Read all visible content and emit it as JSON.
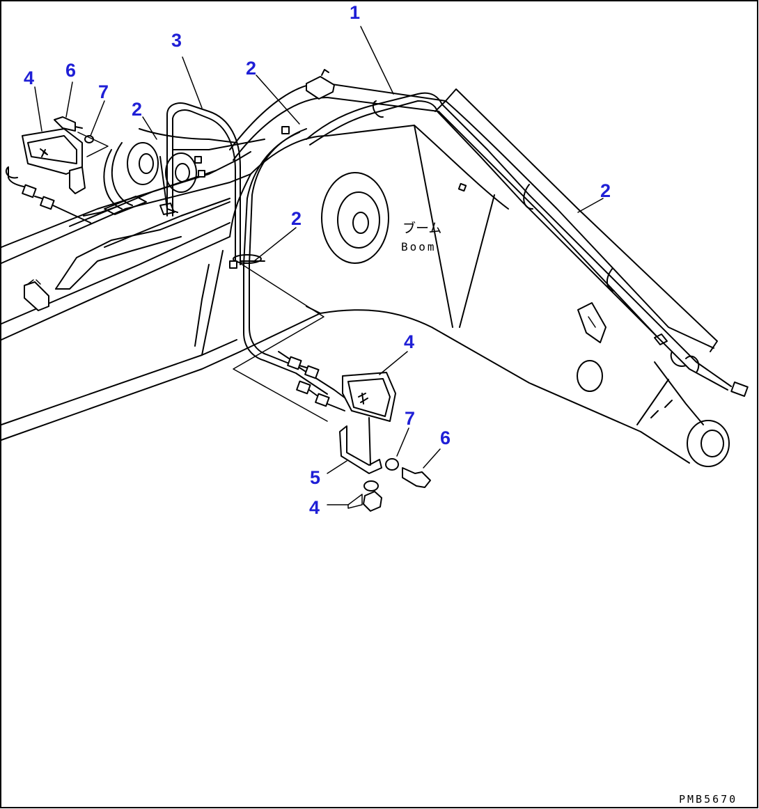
{
  "drawing": {
    "boom_label_jp": "ブーム",
    "boom_label_en": "Boom",
    "drawing_code": "PMB5670"
  },
  "callouts": [
    {
      "id": "c1",
      "label": "1"
    },
    {
      "id": "c2a",
      "label": "2"
    },
    {
      "id": "c2b",
      "label": "2"
    },
    {
      "id": "c2c",
      "label": "2"
    },
    {
      "id": "c2d",
      "label": "2"
    },
    {
      "id": "c3",
      "label": "3"
    },
    {
      "id": "c4a",
      "label": "4"
    },
    {
      "id": "c4b",
      "label": "4"
    },
    {
      "id": "c4c",
      "label": "4"
    },
    {
      "id": "c5",
      "label": "5"
    },
    {
      "id": "c6a",
      "label": "6"
    },
    {
      "id": "c6b",
      "label": "6"
    },
    {
      "id": "c7a",
      "label": "7"
    },
    {
      "id": "c7b",
      "label": "7"
    }
  ]
}
